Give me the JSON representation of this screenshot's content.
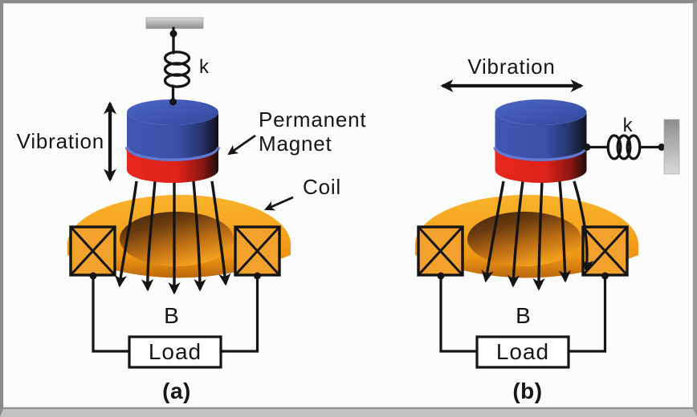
{
  "figure": {
    "panels": [
      {
        "id": "a",
        "caption": "(a)",
        "vibration_label": "Vibration",
        "spring_label": "k",
        "magnet_label_line1": "Permanent",
        "magnet_label_line2": "Magnet",
        "coil_label": "Coil",
        "field_label": "B",
        "load_label": "Load"
      },
      {
        "id": "b",
        "caption": "(b)",
        "vibration_label": "Vibration",
        "spring_label": "k",
        "field_label": "B",
        "load_label": "Load"
      }
    ],
    "colors": {
      "magnet_top_blue": "#3E56AE",
      "magnet_bottom_red": "#E02318",
      "coil_orange": "#F5A41E",
      "coil_inner_shadow": "#6E3D10",
      "line_black": "#151515",
      "support_gray": "#AFAFAF",
      "background": "#FCFCFC",
      "frame_gray": "#8C8C8C"
    }
  }
}
